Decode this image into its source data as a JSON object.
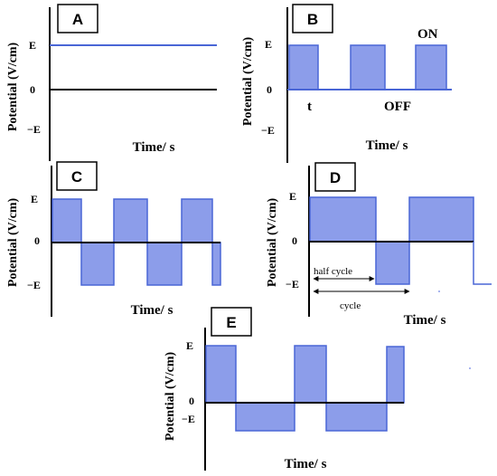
{
  "colors": {
    "fill": "#8c9dea",
    "stroke": "#4a66d6",
    "axis": "#000000"
  },
  "panels": [
    {
      "label": "A",
      "ylabel": "Potential (V/cm)",
      "xlabel": "Time/ s",
      "ticks": {
        "pos": "E",
        "zero": "0",
        "neg": "−E"
      },
      "waveform": "constant",
      "annotations": []
    },
    {
      "label": "B",
      "ylabel": "Potential (V/cm)",
      "xlabel": "Time/ s",
      "ticks": {
        "pos": "E",
        "zero": "0",
        "neg": "−E"
      },
      "waveform": "pulsed-on-off",
      "annotations": [
        "ON",
        "OFF",
        "t"
      ]
    },
    {
      "label": "C",
      "ylabel": "Potential (V/cm)",
      "xlabel": "Time/ s",
      "ticks": {
        "pos": "E",
        "zero": "0",
        "neg": "−E"
      },
      "waveform": "symmetric-bipolar",
      "annotations": []
    },
    {
      "label": "D",
      "ylabel": "Potential (V/cm)",
      "xlabel": "Time/ s",
      "ticks": {
        "pos": "E",
        "zero": "0",
        "neg": "−E"
      },
      "waveform": "asymmetric-bipolar",
      "annotations": [
        "half cycle",
        "cycle"
      ]
    },
    {
      "label": "E",
      "ylabel": "Potential (V/cm)",
      "xlabel": "Time/ s",
      "ticks": {
        "pos": "E",
        "zero": "0",
        "neg": "−E"
      },
      "waveform": "bipolar-with-offset",
      "annotations": []
    }
  ]
}
